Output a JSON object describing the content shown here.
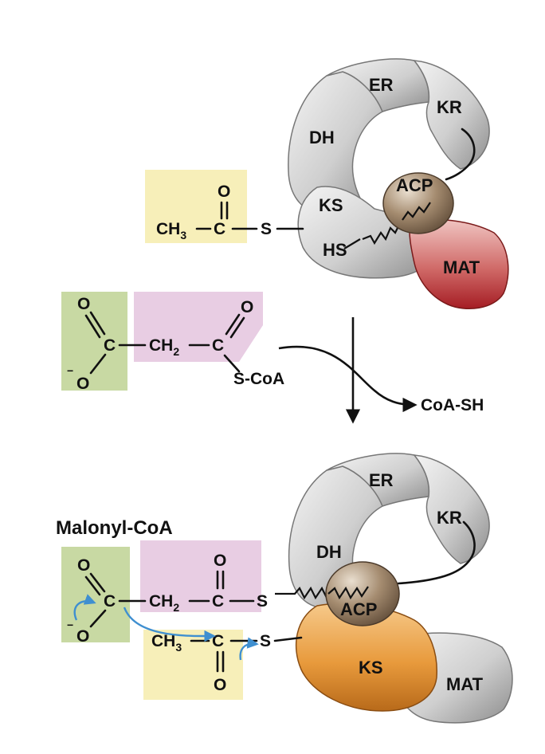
{
  "colors": {
    "yellow_box": "#f7efb9",
    "green_box": "#c8d9a3",
    "pink_box": "#e8cde3",
    "domain_gray": "#cfcfcf",
    "acp_brown": "#a58c70",
    "mat_red": "#b8262b",
    "ks_orange": "#e89a3c",
    "arrow_blue": "#3f8fd0"
  },
  "top": {
    "domains": {
      "er": "ER",
      "kr": "KR",
      "dh": "DH",
      "ks": "KS",
      "acp": "ACP",
      "mat": "MAT",
      "hs": "HS"
    },
    "acetyl": {
      "ch": "CH",
      "sub": "3",
      "c": "C",
      "o": "O",
      "s": "S"
    }
  },
  "malonyl_mid": {
    "o_top": "O",
    "c1": "C",
    "o_minus": "O",
    "minus": "−",
    "ch": "CH",
    "sub": "2",
    "c2": "C",
    "o2": "O",
    "scoa": "S-CoA"
  },
  "coa_sh": "CoA-SH",
  "bottom": {
    "title": "Malonyl-CoA",
    "domains": {
      "er": "ER",
      "kr": "KR",
      "dh": "DH",
      "acp": "ACP",
      "ks": "KS",
      "mat": "MAT"
    },
    "malonyl": {
      "o_top": "O",
      "c1": "C",
      "o_minus": "O",
      "minus": "−",
      "ch": "CH",
      "sub": "2",
      "c2": "C",
      "o2": "O",
      "s": "S"
    },
    "acetyl": {
      "ch": "CH",
      "sub": "3",
      "c": "C",
      "o": "O",
      "s": "S"
    }
  }
}
